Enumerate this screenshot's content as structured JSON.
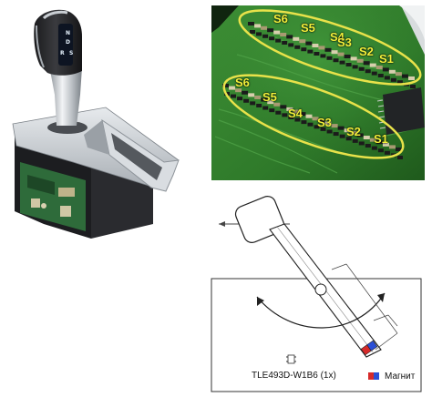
{
  "photo_shifter": {
    "gear_labels": [
      "N",
      "D",
      "R",
      "S"
    ]
  },
  "pcb": {
    "upper_row_labels": [
      "S6",
      "S5",
      "S4",
      "S3",
      "S2",
      "S1"
    ],
    "lower_row_labels": [
      "S6",
      "S5",
      "S4",
      "S3",
      "S2",
      "S1"
    ],
    "highlight_color": "#e8e24a"
  },
  "diagram": {
    "sensor_label": "TLE493D-W1B6 (1x)",
    "magnet_legend_label": "Магнит",
    "magnet_colors": [
      "#d62a2a",
      "#2b4fd6"
    ]
  },
  "colors": {
    "pcb_green": "#2f7a2a",
    "silver": "#c8cdd2"
  }
}
